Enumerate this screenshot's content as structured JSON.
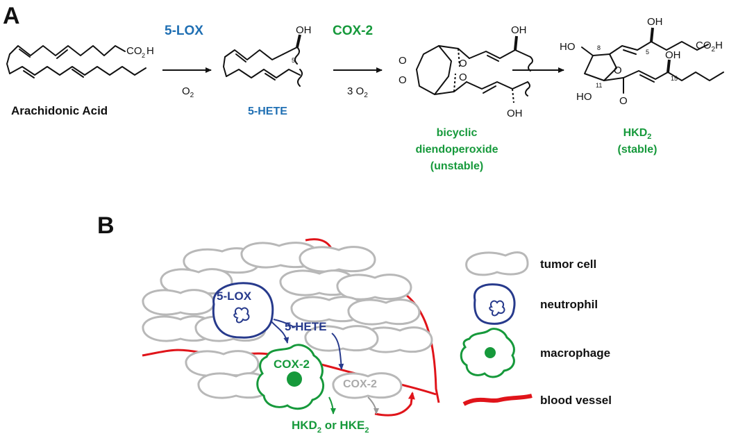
{
  "panel_a": {
    "label": "A",
    "enzyme_1": "5-LOX",
    "enzyme_2": "COX-2",
    "reagent_1": "O",
    "reagent_1_sub": "2",
    "reagent_2": "3 O",
    "reagent_2_sub": "2",
    "compound_1": "Arachidonic Acid",
    "compound_2": "5-HETE",
    "compound_3_line1": "bicyclic",
    "compound_3_line2": "diendoperoxide",
    "compound_3_line3": "(unstable)",
    "compound_4_main": "HKD",
    "compound_4_sub": "2",
    "compound_4_note": "(stable)",
    "acid_group": "CO",
    "acid_sub": "2",
    "acid_h": "H",
    "hydroxyl": "OH",
    "ho": "HO",
    "oxygen": "O",
    "carbon_5": "5",
    "carbon_8": "8",
    "carbon_11": "11",
    "carbon_15": "15"
  },
  "panel_b": {
    "label": "B",
    "cell_5lox": "5-LOX",
    "cell_cox2_green": "COX-2",
    "cell_cox2_gray": "COX-2",
    "metabolite_arrow": "5-HETE",
    "product_a": "HKD",
    "product_a_sub": "2",
    "product_or": " or HKE",
    "product_b_sub": "2"
  },
  "legend": {
    "items": [
      {
        "label": "tumor cell",
        "icon": "tumor-cell-icon"
      },
      {
        "label": "neutrophil",
        "icon": "neutrophil-icon"
      },
      {
        "label": "macrophage",
        "icon": "macrophage-icon"
      },
      {
        "label": "blood vessel",
        "icon": "blood-vessel-icon"
      }
    ]
  },
  "colors": {
    "blue": "#1f6fb3",
    "green": "#16993b",
    "navy": "#273a8c",
    "red": "#e0141a",
    "gray": "#b8b8b8"
  }
}
